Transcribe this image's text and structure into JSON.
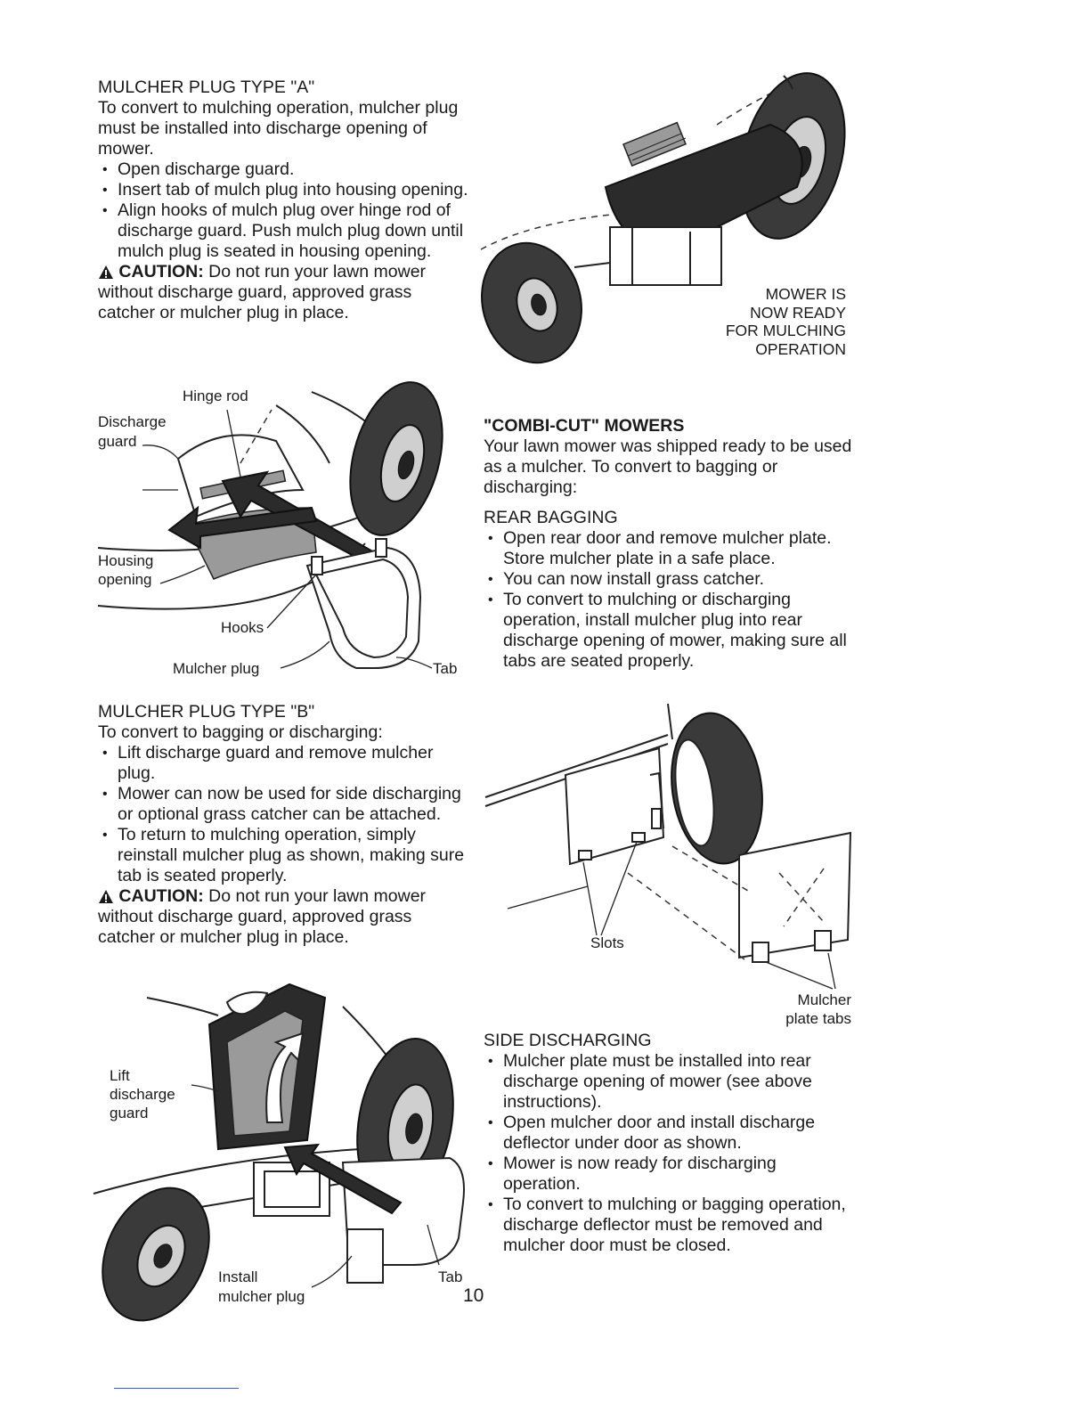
{
  "left": {
    "type_a": {
      "heading": "MULCHER PLUG TYPE \"A\"",
      "intro": "To convert to mulching operation, mulcher plug must be installed into discharge opening of mower.",
      "steps": [
        "Open discharge guard.",
        "Insert tab of mulch plug into housing opening.",
        "Align hooks of mulch plug over hinge rod of discharge guard. Push mulch plug down until mulch plug is seated in housing opening."
      ],
      "caution_label": "CAUTION:",
      "caution_text": "Do not run your lawn mower without discharge guard, approved grass catcher or mulcher plug in place."
    },
    "figure_a_labels": {
      "hinge_rod": "Hinge rod",
      "discharge_guard_1": "Discharge",
      "discharge_guard_2": "guard",
      "housing_opening_1": "Housing",
      "housing_opening_2": "opening",
      "hooks": "Hooks",
      "mulcher_plug": "Mulcher plug",
      "tab": "Tab"
    },
    "type_b": {
      "heading": "MULCHER PLUG TYPE \"B\"",
      "intro": "To convert to bagging or discharging:",
      "steps": [
        "Lift discharge guard and remove mulcher plug.",
        "Mower can now be used for side discharging or optional grass catcher can be attached.",
        "To return to mulching operation, simply reinstall mulcher plug as shown, making sure tab is seated properly."
      ],
      "caution_label": "CAUTION:",
      "caution_text": "Do not run your lawn mower without discharge guard, approved grass catcher or mulcher plug in place."
    },
    "figure_b_labels": {
      "lift_1": "Lift",
      "lift_2": "discharge",
      "lift_3": "guard",
      "install_1": "Install",
      "install_2": "mulcher plug",
      "tab": "Tab"
    }
  },
  "right": {
    "figure_ready_caption": [
      "MOWER IS",
      "NOW READY",
      "FOR MULCHING",
      "OPERATION"
    ],
    "combi": {
      "heading": "\"COMBI-CUT\" MOWERS",
      "intro": "Your lawn mower was shipped ready to be used as a mulcher. To convert to bagging or discharging:"
    },
    "rear_bagging": {
      "heading": "REAR BAGGING",
      "steps": [
        "Open rear door and remove mulcher plate. Store mulcher plate in a safe place.",
        "You can now install grass catcher.",
        "To convert to mulching or discharging operation, install mulcher plug into rear discharge opening of mower, making sure all tabs are seated properly."
      ]
    },
    "figure_plate_labels": {
      "slots": "Slots",
      "tabs_1": "Mulcher",
      "tabs_2": "plate tabs"
    },
    "side_discharging": {
      "heading": "SIDE DISCHARGING",
      "steps": [
        "Mulcher plate must be installed into rear discharge opening of mower (see above instructions).",
        "Open mulcher door and install discharge deflector under door as shown.",
        "Mower is now ready for discharging operation.",
        "To convert to mulching or bagging operation, discharge deflector must be removed and mulcher door must be closed."
      ]
    }
  },
  "page_number": "10",
  "colors": {
    "ink": "#1a1a1a",
    "footer_rule": "#3b5bdb"
  },
  "icons": {
    "caution": "warning-triangle-icon",
    "bullet": "bullet-dot-icon"
  }
}
